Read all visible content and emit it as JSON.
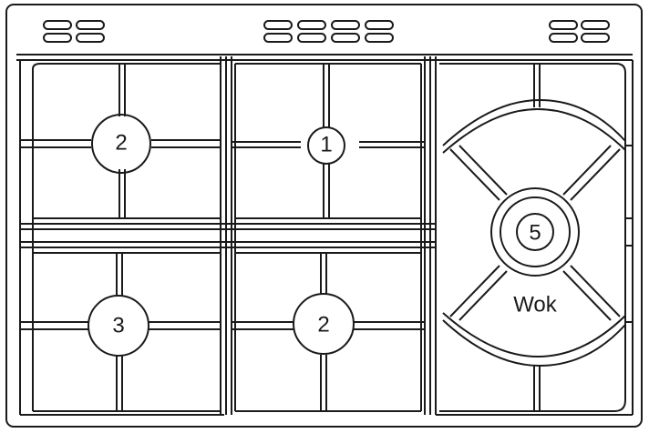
{
  "cooktop": {
    "burners": [
      {
        "id": "rear-left",
        "label": "2"
      },
      {
        "id": "rear-center",
        "label": "1"
      },
      {
        "id": "front-left",
        "label": "3"
      },
      {
        "id": "front-center",
        "label": "2"
      },
      {
        "id": "wok",
        "label": "5"
      }
    ],
    "wok_label": "Wok",
    "control_groups": [
      {
        "id": "left",
        "knob_count": 2
      },
      {
        "id": "center",
        "knob_count": 4
      },
      {
        "id": "right",
        "knob_count": 2
      }
    ]
  }
}
